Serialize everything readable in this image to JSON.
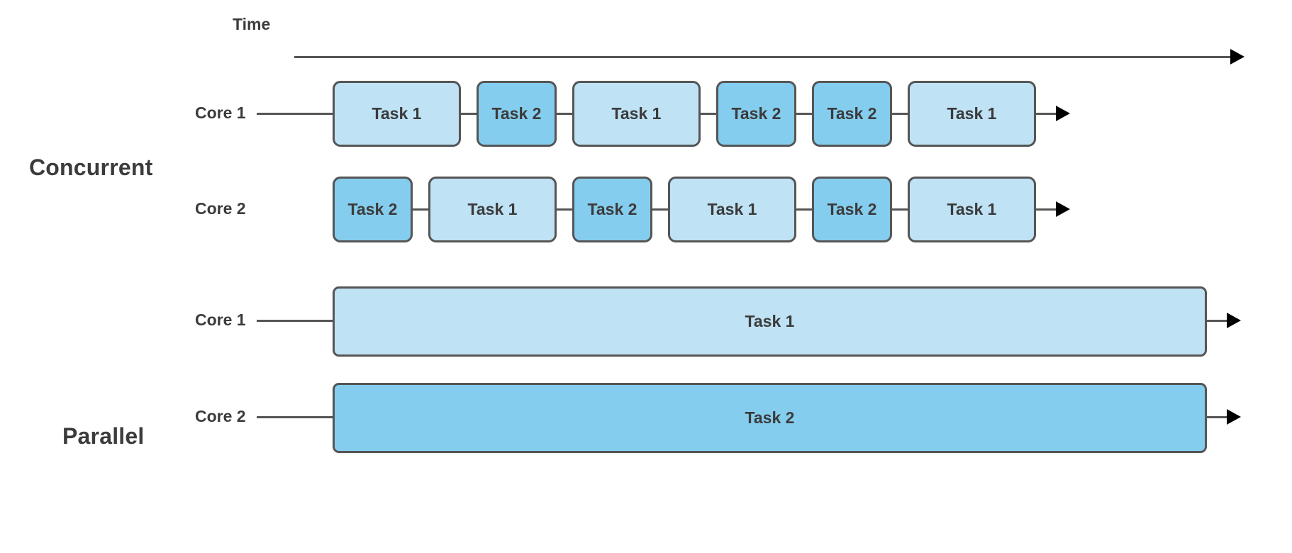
{
  "diagram": {
    "title_time": "Time",
    "sections": [
      {
        "name": "Concurrent",
        "label": "Concurrent",
        "rows": [
          {
            "core_label": "Core 1",
            "blocks": [
              {
                "label": "Task 1",
                "task": "task1"
              },
              {
                "label": "Task 2",
                "task": "task2"
              },
              {
                "label": "Task 1",
                "task": "task1"
              },
              {
                "label": "Task 2",
                "task": "task2"
              },
              {
                "label": "Task 2",
                "task": "task2"
              },
              {
                "label": "Task 1",
                "task": "task1"
              }
            ]
          },
          {
            "core_label": "Core 2",
            "blocks": [
              {
                "label": "Task 2",
                "task": "task2"
              },
              {
                "label": "Task 1",
                "task": "task1"
              },
              {
                "label": "Task 2",
                "task": "task2"
              },
              {
                "label": "Task 1",
                "task": "task1"
              },
              {
                "label": "Task 2",
                "task": "task2"
              },
              {
                "label": "Task 1",
                "task": "task1"
              }
            ]
          }
        ]
      },
      {
        "name": "Parallel",
        "label": "Parallel",
        "rows": [
          {
            "core_label": "Core 1",
            "blocks": [
              {
                "label": "Task 1",
                "task": "task1"
              }
            ]
          },
          {
            "core_label": "Core 2",
            "blocks": [
              {
                "label": "Task 2",
                "task": "task2"
              }
            ]
          }
        ]
      }
    ]
  },
  "colors": {
    "task1_fill": "#bfe2f5",
    "task2_fill": "#85cdee",
    "stroke": "#555555",
    "text": "#3b3b3b",
    "arrow": "#000000",
    "background": "#ffffff"
  },
  "labels": {
    "concurrent": "Concurrent",
    "parallel": "Parallel",
    "time": "Time",
    "core1": "Core 1",
    "core2": "Core 2",
    "task1": "Task 1",
    "task2": "Task 2"
  }
}
